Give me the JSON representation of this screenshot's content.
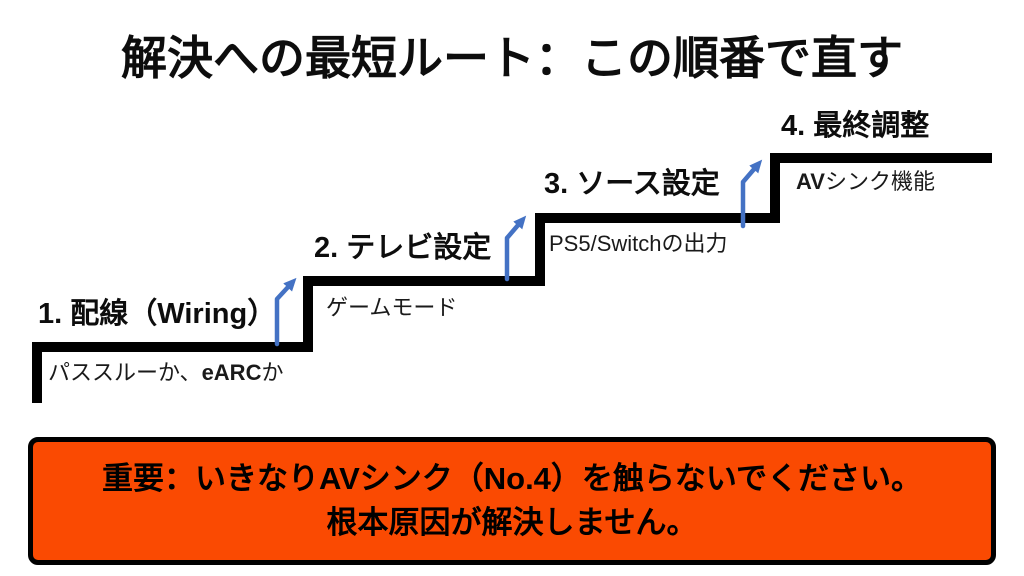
{
  "title": "解決への最短ルート：この順番で直す",
  "steps": [
    {
      "label": "1. 配線（Wiring）",
      "sub_prefix": "パススルーか、",
      "sub_bold": "eARC",
      "sub_suffix": "か"
    },
    {
      "label": "2. テレビ設定",
      "sub_prefix": "ゲームモード",
      "sub_bold": "",
      "sub_suffix": ""
    },
    {
      "label": "3. ソース設定",
      "sub_prefix": "PS5/Switchの出力",
      "sub_bold": "",
      "sub_suffix": ""
    },
    {
      "label": "4. 最終調整",
      "sub_prefix": "",
      "sub_bold": "AV",
      "sub_suffix": "シンク機能"
    }
  ],
  "warning": {
    "line1": "重要：いきなりAVシンク（No.4）を触らないでください。",
    "line2": "根本原因が解決しません。"
  },
  "colors": {
    "arrow": "#4472C4",
    "warning_bg": "#FA4A02",
    "outline": "#000000"
  }
}
